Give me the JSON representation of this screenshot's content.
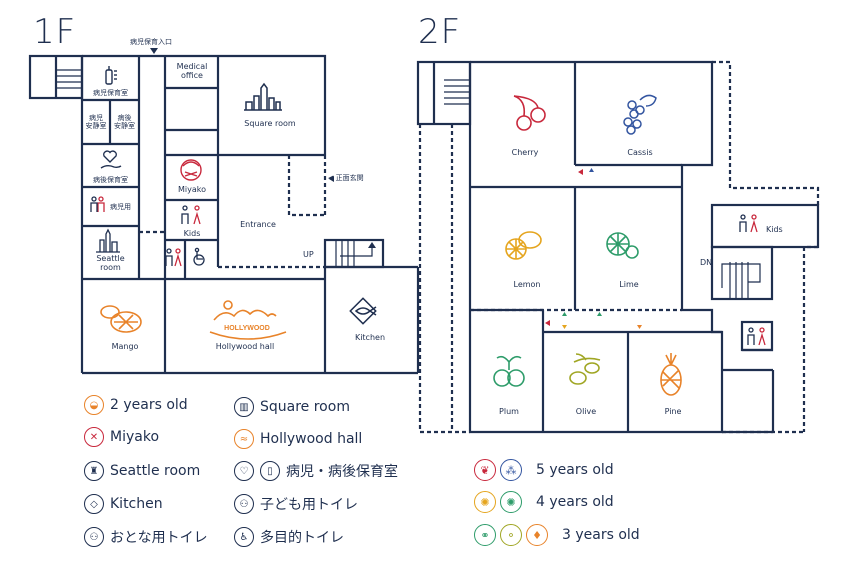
{
  "floors": {
    "f1": "1F",
    "f2": "2F"
  },
  "f1_rooms": {
    "sick_entrance": "病児保育入口",
    "medical_office": [
      "Medical",
      "office"
    ],
    "square_room": "Square room",
    "sick_care": "病児保育室",
    "sick_rest": [
      "病児",
      "安静室"
    ],
    "recovery_rest": [
      "病後",
      "安静室"
    ],
    "recovery_care": "病後保育室",
    "sick_toilet": "病児用",
    "miyako": "Miyako",
    "main_entrance": "◀ 正面玄関",
    "kids": "Kids",
    "entrance": "Entrance",
    "seattle_room": [
      "Seattle",
      "room"
    ],
    "up": "UP",
    "mango": "Mango",
    "hollywood_hall": "Hollywood hall",
    "hollywood_sign": "HOLLYWOOD",
    "kitchen": "Kitchen"
  },
  "f2_rooms": {
    "cherry": "Cherry",
    "cassis": "Cassis",
    "kids": "Kids",
    "dn": "DN",
    "lemon": "Lemon",
    "lime": "Lime",
    "plum": "Plum",
    "olive": "Olive",
    "pine": "Pine"
  },
  "legend": {
    "two_years": "2 years old",
    "square_room": "Square room",
    "miyako": "Miyako",
    "hollywood_hall": "Hollywood hall",
    "seattle_room": "Seattle room",
    "sick_care": "病児・病後保育室",
    "kitchen": "Kitchen",
    "kids_toilet": "子ども用トイレ",
    "adult_toilet": "おとな用トイレ",
    "accessible_toilet": "多目的トイレ"
  },
  "age_legend": {
    "five": "5 years old",
    "four": "4 years old",
    "three": "3 years old"
  },
  "colors": {
    "wall": "#1f2f4f",
    "orange": "#e8832a",
    "red": "#c8283c",
    "green": "#2e9c6a",
    "blue": "#3355a0",
    "yellow": "#e5a51f",
    "olive": "#a0a624"
  }
}
